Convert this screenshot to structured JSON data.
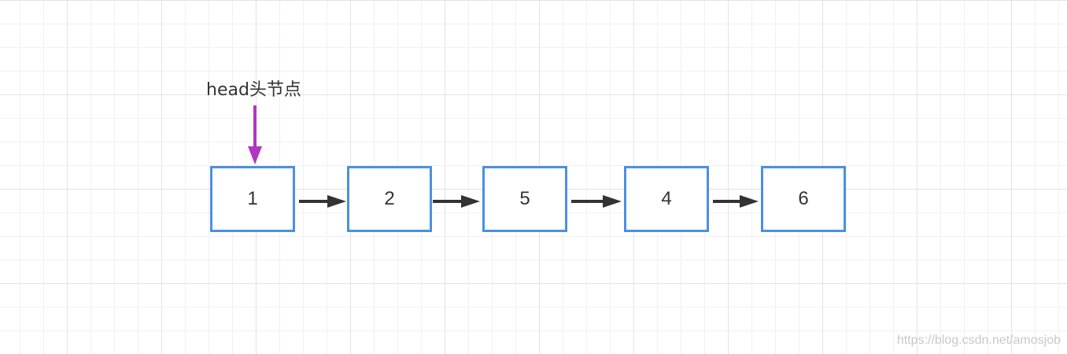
{
  "head_label": "head头节点",
  "nodes": [
    {
      "value": "1"
    },
    {
      "value": "2"
    },
    {
      "value": "5"
    },
    {
      "value": "4"
    },
    {
      "value": "6"
    }
  ],
  "colors": {
    "node_border": "#4a90e2",
    "pointer_arrow": "#b036c2",
    "link_arrow": "#333333",
    "text": "#333333"
  },
  "watermark": "https://blog.csdn.net/amosjob"
}
